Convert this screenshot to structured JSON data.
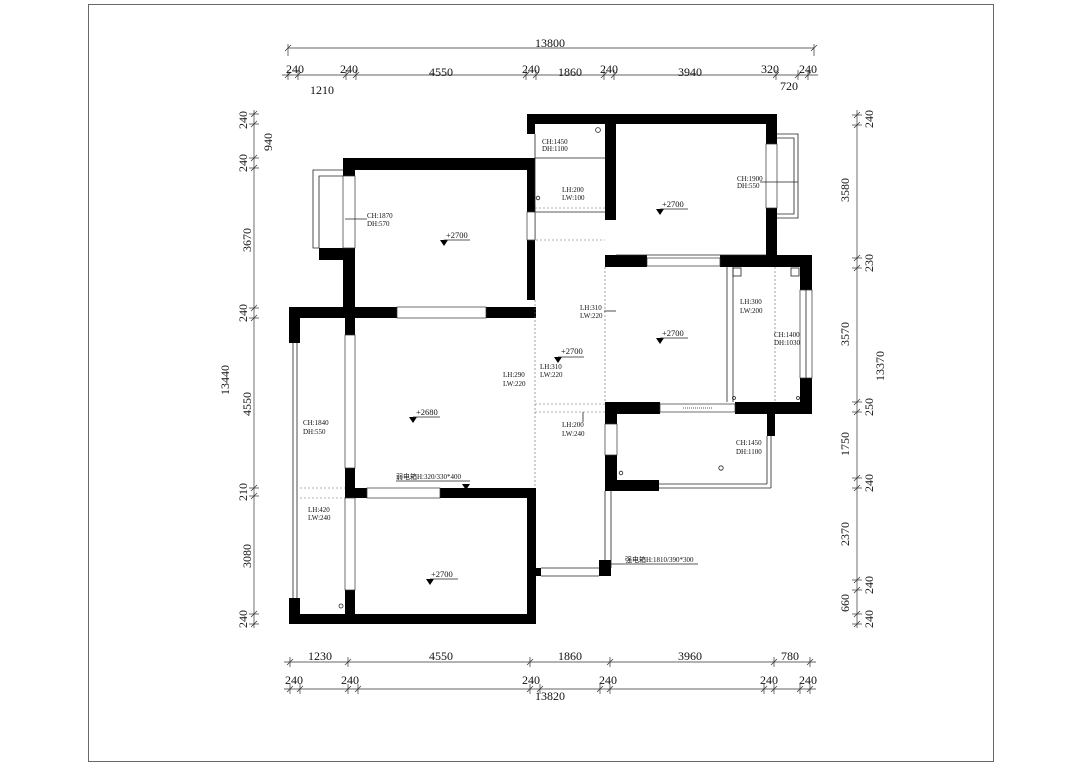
{
  "dimensions": {
    "top": {
      "total": "13800",
      "row": [
        "240",
        "240",
        "4550",
        "240",
        "1860",
        "240",
        "3940",
        "320",
        "240"
      ],
      "below_left": "1210",
      "below_right": "720"
    },
    "bottom": {
      "row": [
        "1230",
        "4550",
        "1860",
        "3960",
        "780"
      ],
      "row2": [
        "240",
        "240",
        "240",
        "240",
        "240",
        "240"
      ],
      "total": "13820"
    },
    "left": {
      "total": "13440",
      "segments": [
        "240",
        "940",
        "240",
        "3670",
        "240",
        "4550",
        "210",
        "3080",
        "240"
      ]
    },
    "right": {
      "total": "13370",
      "segments": [
        "240",
        "3580",
        "230",
        "3570",
        "250",
        "1750",
        "240",
        "2370",
        "240",
        "660",
        "240"
      ]
    }
  },
  "openings": [
    {
      "ch": "CH:1450",
      "dh": "DH:1100"
    },
    {
      "ch": "CH:1900",
      "dh": "DH:550"
    },
    {
      "ch": "CH:1870",
      "dh": "DH:570"
    },
    {
      "lh": "LH:200",
      "lw": "LW:100"
    },
    {
      "lh": "LH:310",
      "lw": "LW:220"
    },
    {
      "lh": "LH:300",
      "lw": "LW:200"
    },
    {
      "ch": "CH:1400",
      "dh": "DH:1030"
    },
    {
      "lh": "LH:310",
      "lw": "LW:220"
    },
    {
      "lh": "LH:290",
      "lw": "LW:220"
    },
    {
      "ch": "CH:1840",
      "dh": "DH:550"
    },
    {
      "lh": "LH:200",
      "lw": "LW:240"
    },
    {
      "ch": "CH:1450",
      "dh": "DH:1100"
    },
    {
      "lh": "LH:420",
      "lw": "LW:240"
    }
  ],
  "levels": [
    "+2700",
    "+2700",
    "+2700",
    "+2700",
    "+2680",
    "+2700"
  ],
  "notes": {
    "weak_box": "弱电箱H:320/330*400",
    "strong_box": "强电箱H:1810/390*300"
  }
}
